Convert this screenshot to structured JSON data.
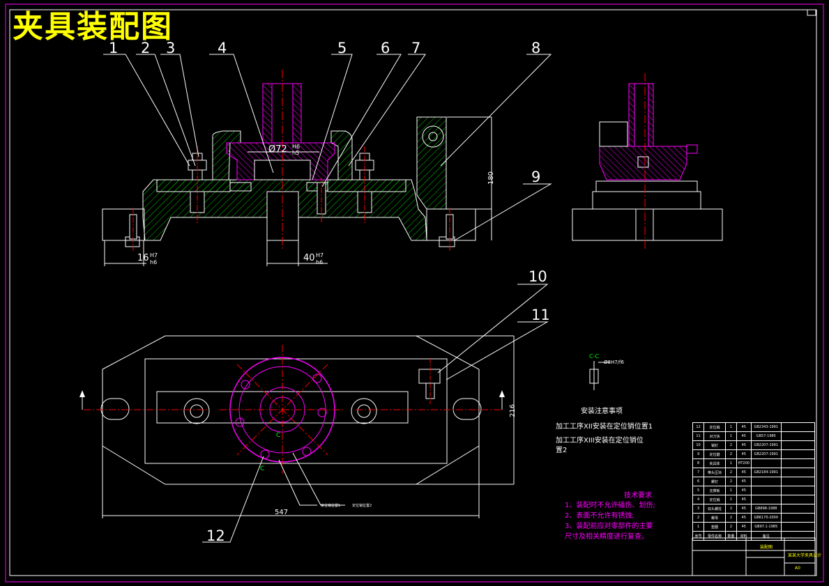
{
  "title": "夹具装配图",
  "callouts": [
    "1",
    "2",
    "3",
    "4",
    "5",
    "6",
    "7",
    "8",
    "9",
    "10",
    "11",
    "12"
  ],
  "dimensions": {
    "bore": "Ø72",
    "bore_fit_top": "H6",
    "bore_fit_bottom": "h5",
    "key1": "16",
    "key1_fit_top": "H7",
    "key1_fit_bottom": "h6",
    "key2": "40",
    "key2_fit_top": "H7",
    "key2_fit_bottom": "h6",
    "height": "180",
    "width": "216",
    "length": "547",
    "section_label": "C-C",
    "section_fit": "Ø8H7/f6",
    "plan_section_a": "C",
    "plan_section_b": "C"
  },
  "notes": {
    "install_heading": "安装注意事项",
    "install_1": "加工工序XII安装在定位销位置1",
    "install_2a": "加工工序XIII安装在定位销位",
    "install_2b": "置2",
    "leader_a": "定位销位置1",
    "leader_b": "定位销位置2"
  },
  "tech": {
    "heading": "技术要求",
    "items": [
      "1、装配时不允许磕伤、划伤;",
      "2、表面不允许有锈蚀;",
      "3、装配前应对零部件的主要",
      "尺寸及相关精度进行复查。"
    ]
  },
  "bom": [
    [
      "12",
      "定位销",
      "1",
      "45",
      "GB2343-1991",
      ""
    ],
    [
      "11",
      "对刀块",
      "1",
      "45",
      "GB57-1985",
      ""
    ],
    [
      "10",
      "销钉",
      "2",
      "45",
      "GB2207-1991",
      ""
    ],
    [
      "9",
      "定位键",
      "2",
      "45",
      "GB2207-1991",
      ""
    ],
    [
      "8",
      "夹具体",
      "1",
      "HT200",
      "",
      ""
    ],
    [
      "7",
      "带头压块",
      "2",
      "45",
      "GB2184-1991",
      ""
    ],
    [
      "6",
      "螺钉",
      "2",
      "45",
      "",
      ""
    ],
    [
      "5",
      "支撑板",
      "1",
      "45",
      "",
      ""
    ],
    [
      "4",
      "定位销",
      "1",
      "45",
      "",
      ""
    ],
    [
      "3",
      "双头螺柱",
      "2",
      "45",
      "GB898-1988",
      ""
    ],
    [
      "2",
      "螺母",
      "2",
      "45",
      "GB6170-2000",
      ""
    ],
    [
      "1",
      "垫圈",
      "2",
      "45",
      "GB97.1-1985",
      ""
    ],
    [
      "序号",
      "零件名称",
      "数量",
      "材料",
      "备注",
      ""
    ]
  ],
  "titleblock": {
    "name": "装配图",
    "school": "某某大学夹具设计",
    "scale": "A0"
  },
  "colors": {
    "outline": "#ffffff",
    "border": "#ff00ff",
    "hatch": "#00ff00",
    "centerline": "#ff0000",
    "highlight": "#ffff00"
  }
}
